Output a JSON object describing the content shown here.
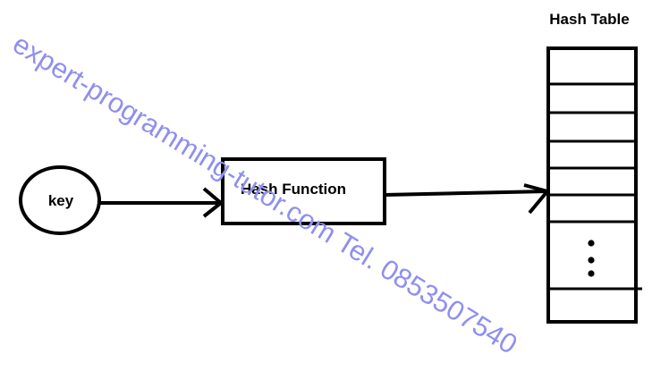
{
  "diagram": {
    "key_label": "key",
    "hash_function_label": "Hash Function",
    "hash_table_title": "Hash Table",
    "ellipsis": "⋮"
  },
  "watermark": {
    "text": "expert-programming-tutor.com Tel. 0853507540"
  },
  "colors": {
    "stroke": "#000000",
    "background": "#ffffff",
    "watermark": "#8f8fef"
  }
}
